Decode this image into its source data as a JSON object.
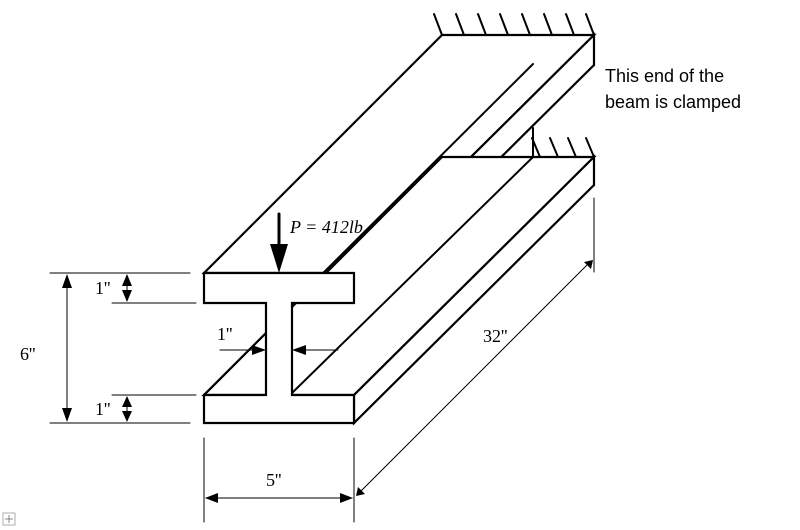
{
  "annotations": {
    "clamp_note_line1": "This end of the",
    "clamp_note_line2": "beam is clamped",
    "load_label": "P = 412lb",
    "flange_top_thickness": "1''",
    "flange_bottom_thickness": "1''",
    "web_thickness": "1''",
    "total_height": "6''",
    "width": "5''",
    "length": "32''"
  },
  "icons": {
    "anchor": "move-anchor-icon"
  }
}
